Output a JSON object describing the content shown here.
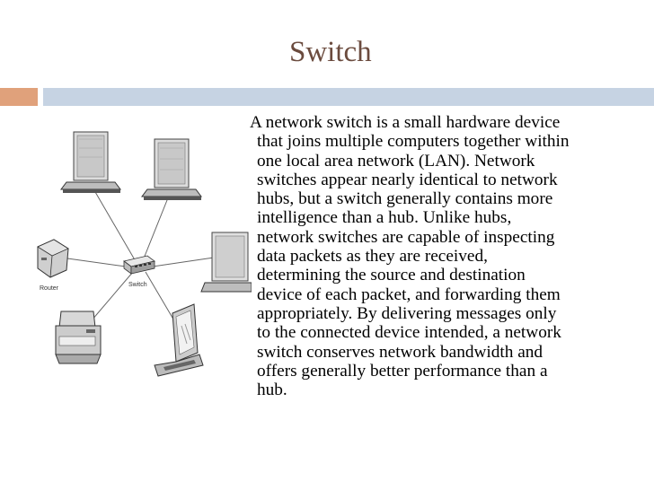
{
  "slide": {
    "title": "Switch",
    "body_lines": [
      "A network switch is a small hardware device",
      "that joins multiple computers together within",
      "one local area network (LAN). Network",
      "switches appear nearly identical to network",
      "hubs, but a switch generally contains more",
      "intelligence than a hub. Unlike hubs,",
      "network switches are capable of inspecting",
      "data packets as they are received,",
      "determining the source and destination",
      "device of each packet, and forwarding them",
      "appropriately. By delivering messages only",
      "to the connected device intended, a network",
      "switch conserves network bandwidth and",
      "offers generally better performance than a",
      "hub."
    ],
    "diagram": {
      "router_label": "Router",
      "switch_label": "Switch"
    }
  },
  "colors": {
    "title": "#6b4b3e",
    "accent_orange": "#e0a17b",
    "accent_blue": "#c6d3e3"
  },
  "icons": [
    "bullet-marker",
    "desktop-computer-icon",
    "router-icon",
    "switch-icon",
    "printer-icon",
    "laptop-icon",
    "monitor-icon"
  ]
}
